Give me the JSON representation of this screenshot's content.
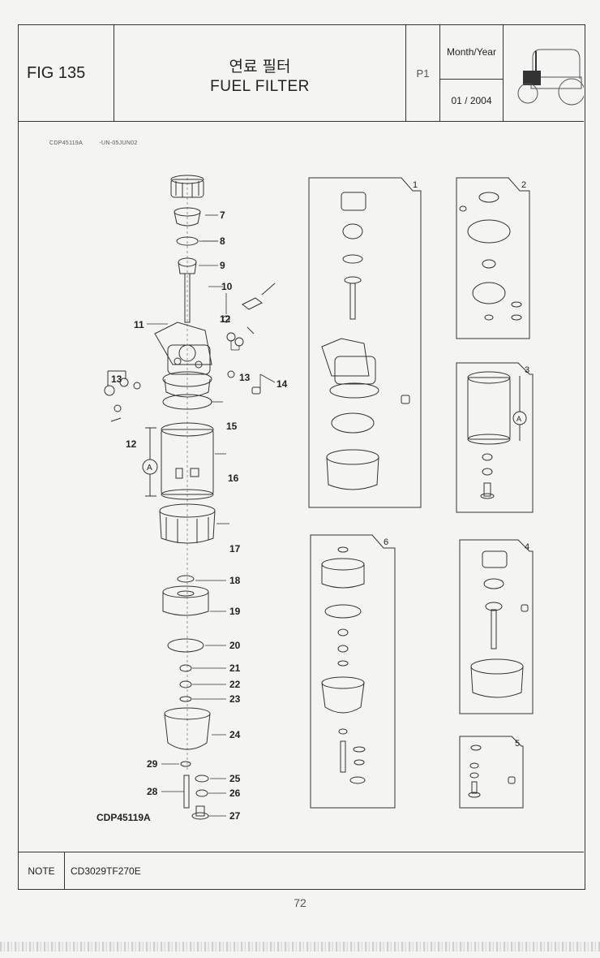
{
  "header": {
    "fig_label": "FIG 135",
    "title_korean": "연료 필터",
    "title_english": "FUEL FILTER",
    "page_code": "P1",
    "date_heading": "Month/Year",
    "date_value": "01 / 2004"
  },
  "diagram": {
    "code_left": "CDP45119A",
    "code_right": "-UN-05JUN02",
    "caption": "CDP45119A",
    "dimension_label": "A",
    "part_callouts": [
      "7",
      "8",
      "9",
      "10",
      "12",
      "11",
      "13",
      "13",
      "14",
      "15",
      "12",
      "16",
      "17",
      "18",
      "19",
      "20",
      "21",
      "22",
      "23",
      "24",
      "29",
      "25",
      "28",
      "26",
      "27"
    ],
    "kit_callouts": [
      "1",
      "2",
      "3",
      "4",
      "5",
      "6"
    ]
  },
  "note": {
    "label": "NOTE",
    "value": "CD3029TF270E"
  },
  "footer": {
    "page_number": "72"
  }
}
